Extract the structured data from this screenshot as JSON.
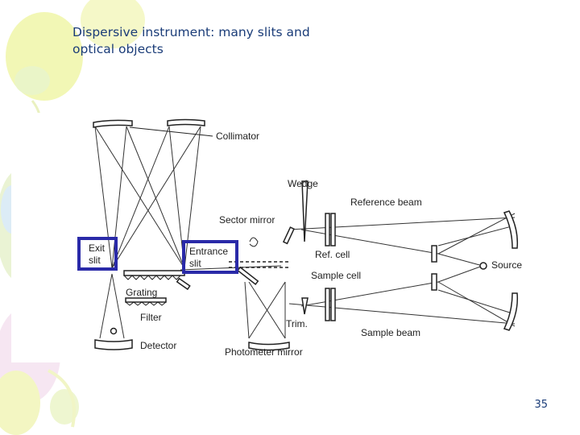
{
  "slide": {
    "title_line1": "Dispersive instrument: many slits and",
    "title_line2": "optical objects",
    "number": "35"
  },
  "diagram": {
    "labels": {
      "collimator": "Collimator",
      "wedge": "Wedge",
      "reference_beam": "Reference beam",
      "sector_mirror": "Sector mirror",
      "exit_slit_1": "Exit",
      "exit_slit_2": "slit",
      "entrance_slit_1": "Entrance",
      "entrance_slit_2": "slit",
      "ref_cell": "Ref. cell",
      "source": "Source",
      "sample_cell": "Sample cell",
      "grating": "Grating",
      "filter": "Filter",
      "trim": "Trim.",
      "detector": "Detector",
      "sample_beam": "Sample beam",
      "photometer_mirror": "Photometer mirror"
    },
    "highlight_color": "#2a2aa8"
  },
  "theme": {
    "title_color": "#1a3c78",
    "balloon_colors": [
      "#f2f7b5",
      "#e4f0bf",
      "#f6e6f2",
      "#dcecf6"
    ]
  }
}
